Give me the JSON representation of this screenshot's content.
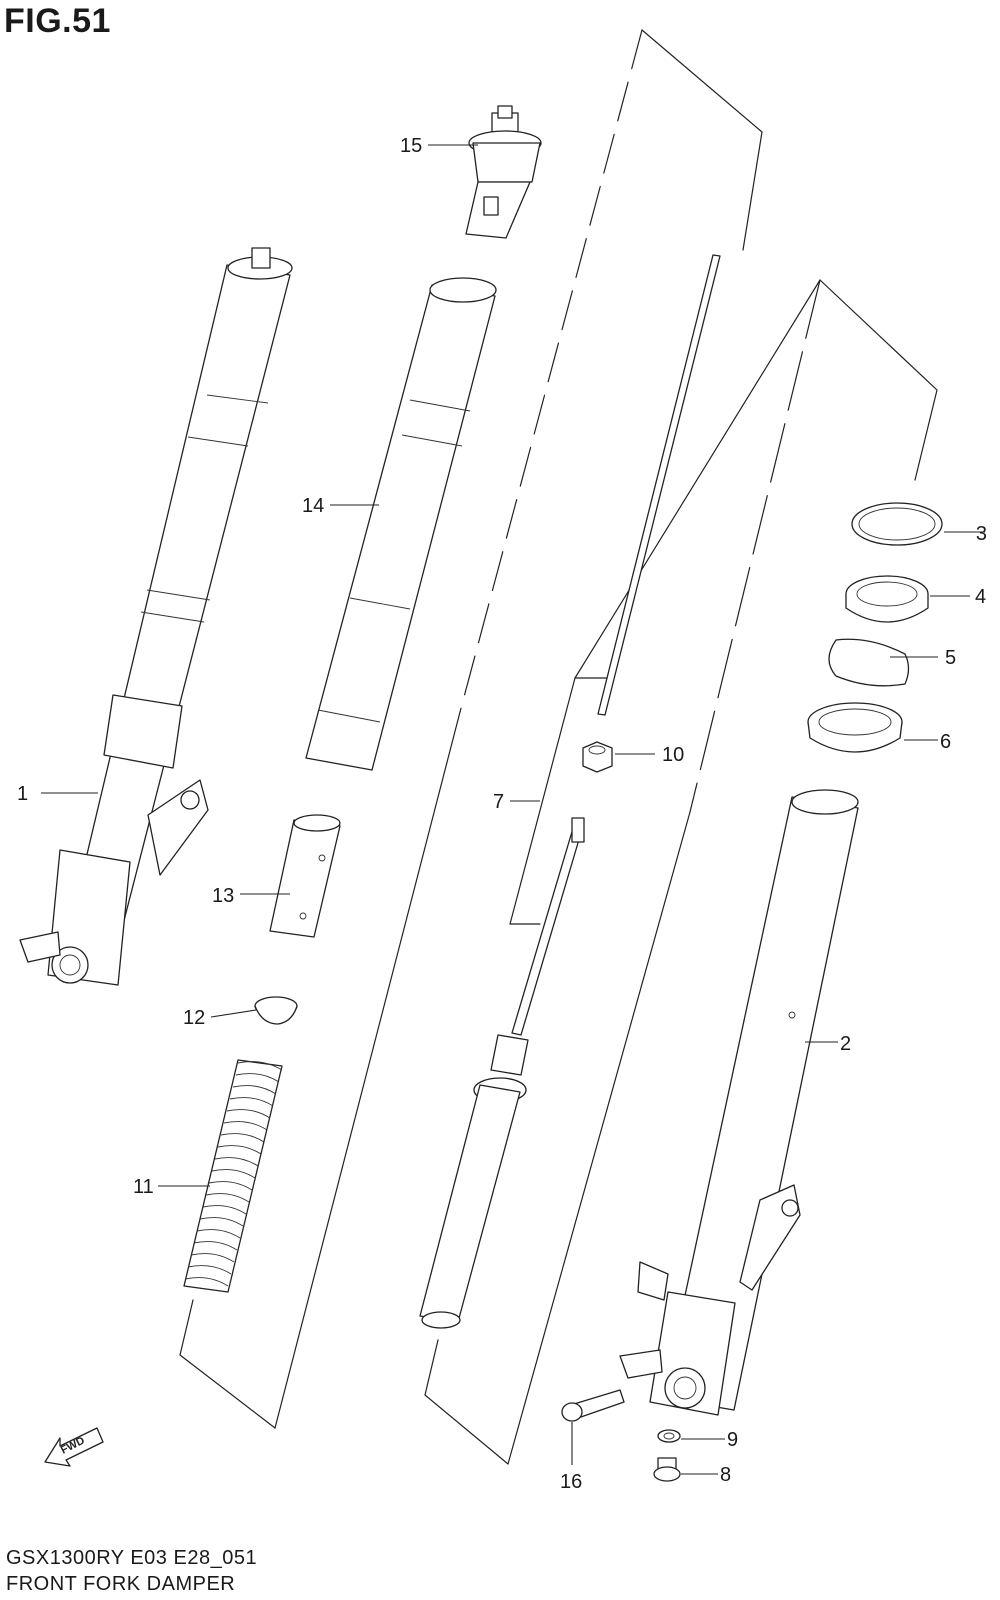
{
  "figure_title": "FIG.51",
  "model_code": "GSX1300RY E03 E28_051",
  "section_name": "FRONT FORK DAMPER",
  "fwd_label": "FWD",
  "callouts": [
    "1",
    "2",
    "3",
    "4",
    "5",
    "6",
    "7",
    "8",
    "9",
    "10",
    "11",
    "12",
    "13",
    "14",
    "15",
    "16"
  ],
  "parts": [
    {
      "ref": "1",
      "icon": "front-fork-assembly-left"
    },
    {
      "ref": "2",
      "icon": "outer-tube-right"
    },
    {
      "ref": "3",
      "icon": "oil-seal-stopper-ring"
    },
    {
      "ref": "4",
      "icon": "oil-seal"
    },
    {
      "ref": "5",
      "icon": "ring"
    },
    {
      "ref": "6",
      "icon": "dust-seal"
    },
    {
      "ref": "7",
      "icon": "damper-rod-assembly-bracket"
    },
    {
      "ref": "8",
      "icon": "bolt"
    },
    {
      "ref": "9",
      "icon": "washer-gasket"
    },
    {
      "ref": "10",
      "icon": "nut"
    },
    {
      "ref": "11",
      "icon": "fork-spring"
    },
    {
      "ref": "12",
      "icon": "spring-seat"
    },
    {
      "ref": "13",
      "icon": "spacer-tube"
    },
    {
      "ref": "14",
      "icon": "inner-tube"
    },
    {
      "ref": "15",
      "icon": "cap-bolt"
    },
    {
      "ref": "16",
      "icon": "axle-pinch-bolt"
    }
  ]
}
